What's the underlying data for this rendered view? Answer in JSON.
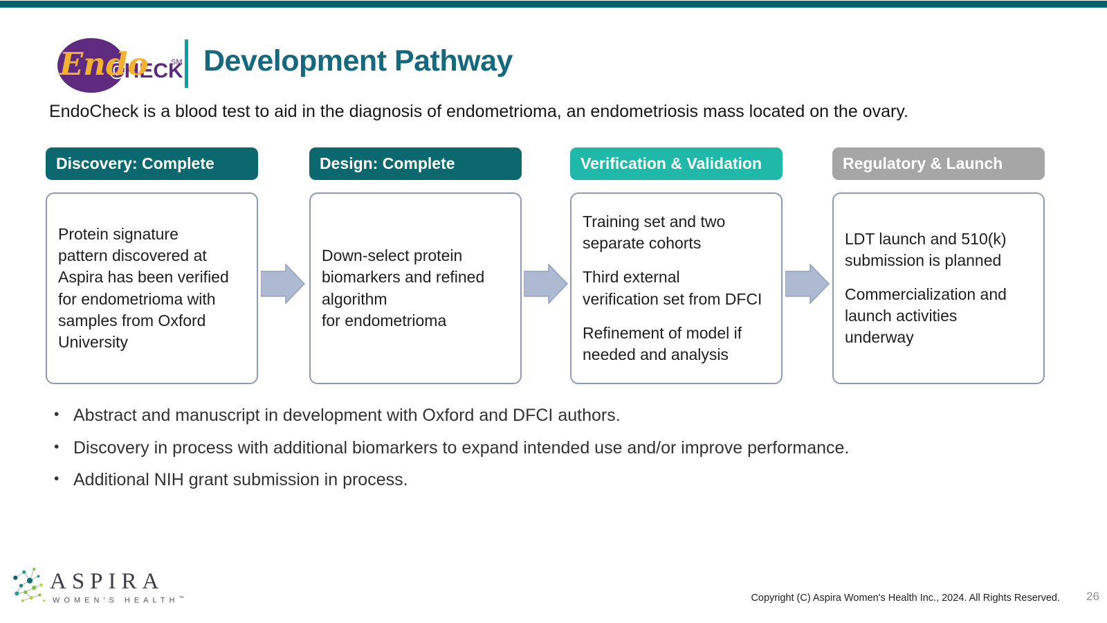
{
  "slide": {
    "top_bar_color": "#00616e",
    "title": "Development Pathway",
    "intro": "EndoCheck is a blood test to aid in the diagnosis of endometrioma, an endometriosis mass located on the ovary."
  },
  "logo": {
    "script_text": "Endo",
    "caps_text": "CHECK",
    "trademark": "SM",
    "purple": "#5f2b80",
    "gold": "#f2b12e",
    "divider_color": "#00a3a6"
  },
  "colors": {
    "stage_complete_teal": "#0c686f",
    "stage_active_teal": "#20b9a9",
    "stage_future_gray": "#a6a6a6",
    "box_border": "#8b9ab8",
    "arrow_fill": "#aeb9d2",
    "arrow_stroke": "#91a1c0",
    "title_teal": "#15697e"
  },
  "stages": [
    {
      "label": "Discovery: Complete",
      "color": "#0c686f",
      "body": [
        "Protein signature\npattern discovered at\nAspira has been verified\nfor endometrioma with\nsamples from Oxford\nUniversity"
      ]
    },
    {
      "label": "Design: Complete",
      "color": "#0c686f",
      "body": [
        "Down-select protein\nbiomarkers and refined\nalgorithm\nfor endometrioma"
      ]
    },
    {
      "label": "Verification & Validation",
      "color": "#20b9a9",
      "body": [
        "Training set and two\nseparate cohorts",
        "Third external\nverification set from DFCI",
        "Refinement of model if\nneeded and analysis"
      ]
    },
    {
      "label": "Regulatory & Launch",
      "color": "#a6a6a6",
      "body": [
        "LDT launch and 510(k)\nsubmission is planned",
        "Commercialization and\nlaunch activities\nunderway"
      ]
    }
  ],
  "bullets": [
    "Abstract and manuscript in development with Oxford and DFCI authors.",
    "Discovery in process with additional biomarkers to expand intended use and/or improve performance.",
    "Additional NIH grant submission in process."
  ],
  "footer": {
    "brand": "ASPIRA",
    "brand_sub": "WOMEN'S HEALTH",
    "trademark": "™",
    "copyright": "Copyright (C) Aspira Women's Health Inc., 2024. All Rights Reserved.",
    "page_number": "26"
  }
}
